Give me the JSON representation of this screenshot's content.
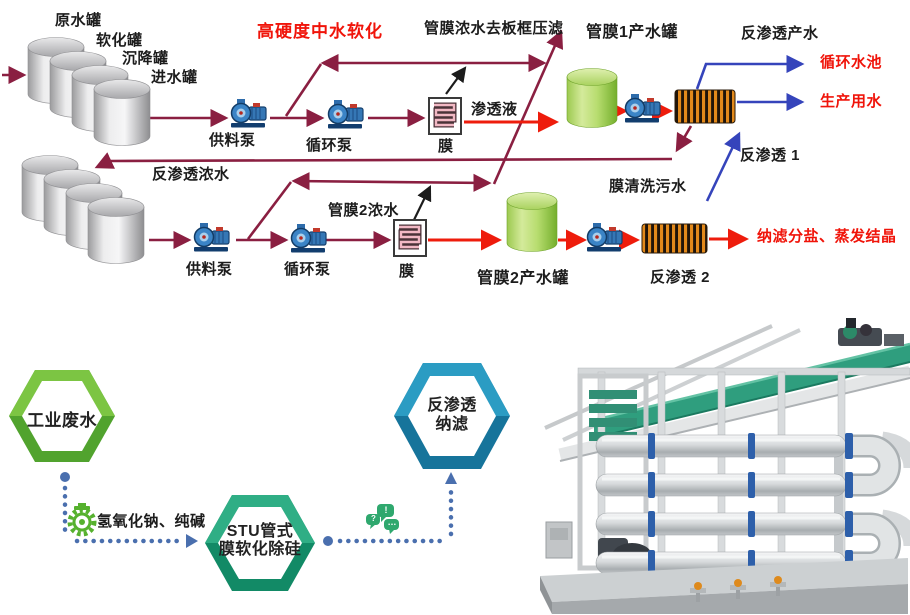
{
  "colors": {
    "line_dark_red": "#8a1f41",
    "arrow_red": "#ee1c0c",
    "arrow_blue": "#3544bb",
    "arrow_black": "#1c1c1c",
    "hex_green": "#7cc543",
    "hex_teal": "#2fae85",
    "hex_blue": "#2b9cc3",
    "tank_green": "#a8d45c",
    "ro_orange": "#e2891b"
  },
  "flow_diagram": {
    "title": "高硬度中水软化",
    "source_tanks": [
      "原水罐",
      "软化罐",
      "沉降罐",
      "进水罐"
    ],
    "feed_pump_1": "供料泵",
    "circulation_pump_1": "循环泵",
    "membrane_1": "膜",
    "permeate": "渗透液",
    "filter_press_note": "管膜浓水去板框压滤",
    "product_tank_1": "管膜1产水罐",
    "ro_product": "反渗透产水",
    "recycle_pool": "循环水池",
    "production_water": "生产用水",
    "ro_1": "反渗透 1",
    "ro_concentrate": "反渗透浓水",
    "membrane_cleaning": "膜清洗污水",
    "feed_pump_2": "供料泵",
    "circulation_pump_2": "循环泵",
    "membrane_2": "膜",
    "tube_membrane_2_concentrate": "管膜2浓水",
    "product_tank_2": "管膜2产水罐",
    "ro_2": "反渗透 2",
    "nf_output": "纳滤分盐、蒸发结晶"
  },
  "process_steps": {
    "step_1": "工业废水",
    "dosing_label": "氢氧化钠、纯碱",
    "step_2_line_1": "STU管式",
    "step_2_line_2": "膜软化除硅",
    "step_3_line_1": "反渗透",
    "step_3_line_2": "纳滤"
  },
  "icons": {
    "chat_marks": [
      "?",
      "!",
      "…"
    ]
  }
}
